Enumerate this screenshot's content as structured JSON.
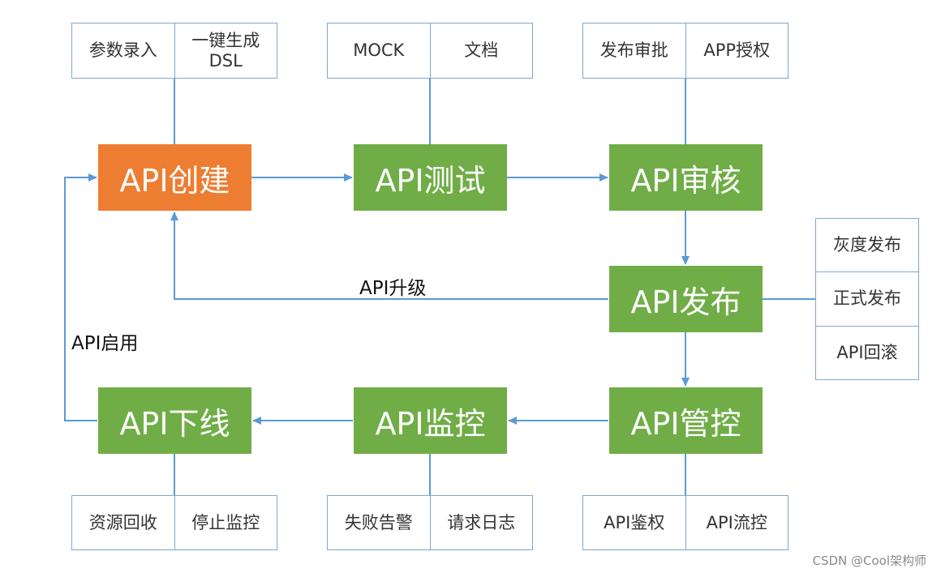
{
  "stages": {
    "create": "API创建",
    "test": "API测试",
    "review": "API审核",
    "publish": "API发布",
    "manage": "API管控",
    "monitor": "API监控",
    "offline": "API下线"
  },
  "subgroups": {
    "create": [
      "参数录入",
      "一键生成\nDSL"
    ],
    "test": [
      "MOCK",
      "文档"
    ],
    "review": [
      "发布审批",
      "APP授权"
    ],
    "publish": [
      "灰度发布",
      "正式发布",
      "API回滚"
    ],
    "manage": [
      "API鉴权",
      "API流控"
    ],
    "monitor": [
      "失败告警",
      "请求日志"
    ],
    "offline": [
      "资源回收",
      "停止监控"
    ]
  },
  "edge_labels": {
    "upgrade": "API升级",
    "enable": "API启用"
  },
  "watermark": "CSDN @Cool架构师",
  "colors": {
    "initial_stage": "#ed7d31",
    "stage": "#70ad47",
    "connector": "#5b9bd5",
    "subgroup_border": "#7fa7d2"
  }
}
